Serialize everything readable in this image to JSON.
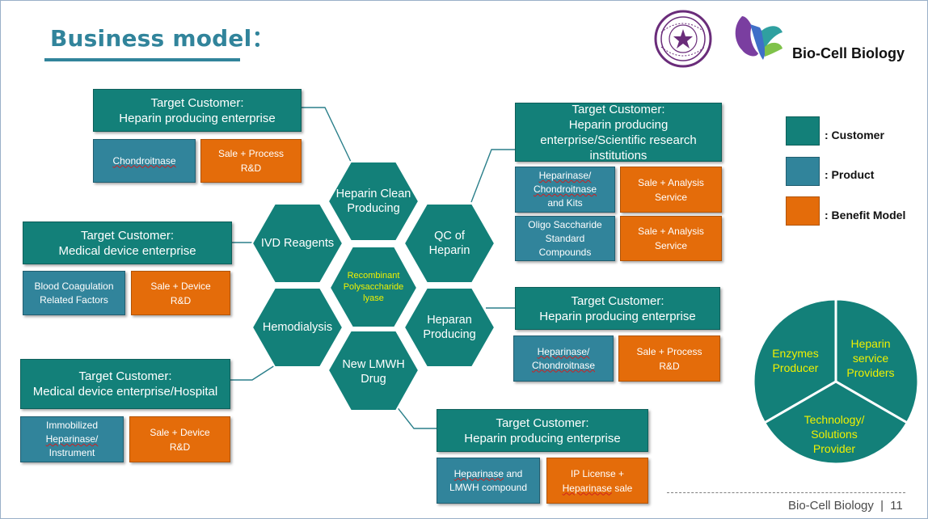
{
  "title": "Business model：",
  "brand": "Bio-Cell Biology",
  "footer": {
    "text": "Bio-Cell Biology",
    "separator": "|",
    "page": "11"
  },
  "colors": {
    "customer": "#138079",
    "product": "#31849b",
    "benefit": "#e46c0a"
  },
  "legend": [
    {
      "label": ": Customer"
    },
    {
      "label": ": Product"
    },
    {
      "label": ": Benefit Model"
    }
  ],
  "hexagons": {
    "center": "Recombinant Polysaccharide lyase",
    "heparin_clean": "Heparin Clean Producing",
    "qc": "QC of Heparin",
    "heparan": "Heparan Producing",
    "lmwh": "New LMWH Drug",
    "hemodialysis": "Hemodialysis",
    "ivd": "IVD Reagents"
  },
  "groups": {
    "clean": {
      "customer": "Target Customer:\nHeparin producing enterprise",
      "product": "Chondroitnase",
      "benefit": "Sale + Process\nR&D"
    },
    "ivd": {
      "customer": "Target Customer:\nMedical device enterprise",
      "product": "Blood Coagulation\nRelated Factors",
      "benefit": "Sale + Device\nR&D"
    },
    "hemo": {
      "customer": "Target Customer:\nMedical device enterprise/Hospital",
      "product_1": "Immobilized",
      "product_2": "Heparinase/",
      "product_3": "Instrument",
      "benefit": "Sale + Device\nR&D"
    },
    "qc": {
      "customer": "Target Customer:\nHeparin producing\nenterprise/Scientific research\ninstitutions",
      "product_1a": "Heparinase/",
      "product_1b": "Chondroitnase",
      "product_1c": "and Kits",
      "benefit_1": "Sale + Analysis\nService",
      "product_2": "Oligo Saccharide\nStandard\nCompounds",
      "benefit_2": "Sale + Analysis\nService"
    },
    "heparan": {
      "customer": "Target Customer:\nHeparin producing enterprise",
      "product_a": "Heparinase/",
      "product_b": "Chondroitnase",
      "benefit": "Sale + Process\nR&D"
    },
    "lmwh": {
      "customer": "Target Customer:\nHeparin producing enterprise",
      "product_a": "Heparinase",
      "product_b": " and",
      "product_c": "LMWH compound",
      "benefit_a": "IP License +",
      "benefit_b": "Heparinase",
      "benefit_c": " sale"
    }
  },
  "pie": {
    "segments": [
      {
        "label": "Enzymes\nProducer"
      },
      {
        "label": "Heparin\nservice\nProviders"
      },
      {
        "label": "Technology/\nSolutions\nProvider"
      }
    ],
    "fill": "#138079"
  }
}
